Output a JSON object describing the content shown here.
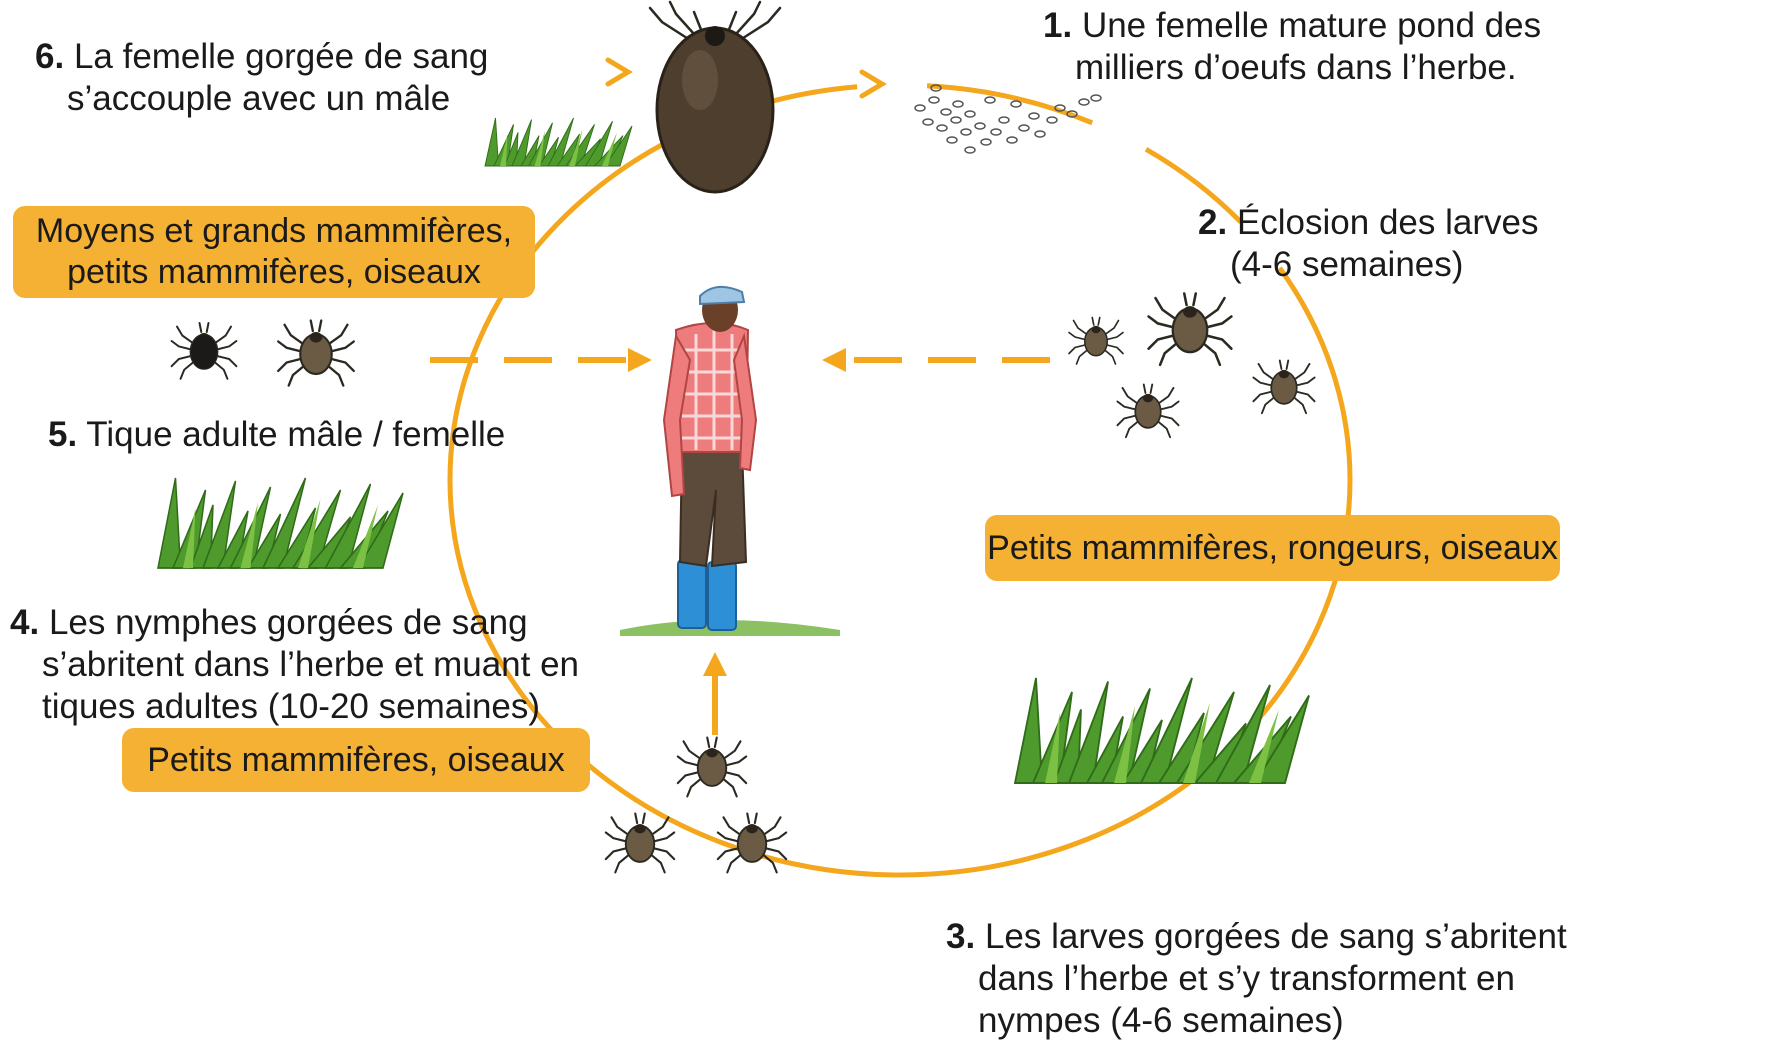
{
  "accent_color": "#f4b133",
  "cycle_color": "#f4a71d",
  "steps": [
    {
      "num": "1.",
      "line1": "Une femelle mature pond des",
      "line2": "milliers d’oeufs dans l’herbe."
    },
    {
      "num": "2.",
      "line1": "Éclosion des larves",
      "line2": "(4-6 semaines)"
    },
    {
      "num": "3.",
      "line1": "Les larves gorgées de sang s’abritent",
      "line2": "dans l’herbe et s’y transforment en",
      "line3": "nympes (4-6 semaines)"
    },
    {
      "num": "4.",
      "line1": "Les nymphes gorgées de sang",
      "line2": "s’abritent dans l’herbe et muant en",
      "line3": "tiques adultes (10-20 semaines)"
    },
    {
      "num": "5.",
      "line1": "Tique adulte mâle / femelle"
    },
    {
      "num": "6.",
      "line1": "La femelle gorgée de sang",
      "line2": "s’accouple avec un mâle"
    }
  ],
  "hosts": {
    "adult": {
      "line1": "Moyens et grands mammifères,",
      "line2": "petits mammifères, oiseaux"
    },
    "larva": {
      "line1": "Petits mammifères, rongeurs, oiseaux"
    },
    "nymph": {
      "line1": "Petits mammifères, oiseaux"
    }
  },
  "illustrations": [
    "engorged-female-tick",
    "egg-cluster",
    "larva-tick",
    "nymph-tick",
    "adult-male-tick",
    "adult-female-tick",
    "grass-tuft",
    "human-figure"
  ]
}
